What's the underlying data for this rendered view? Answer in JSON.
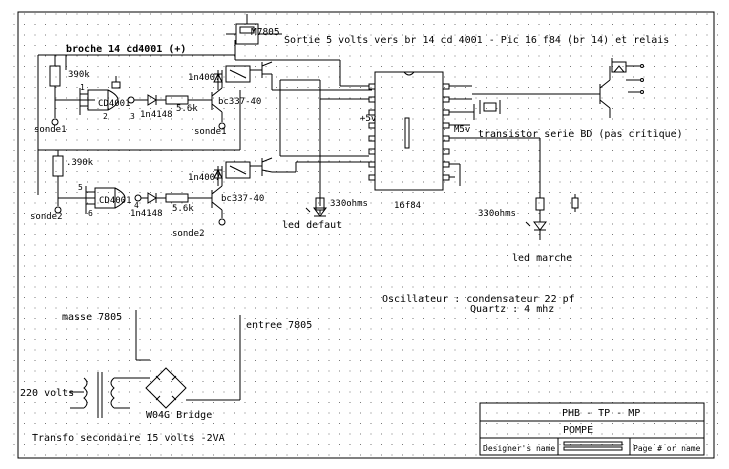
{
  "labels": {
    "regulator": "M7805",
    "output_note": "Sortie 5 volts vers br 14 cd 4001 - Pic 16 f84 (br 14) et relais",
    "pin14": "broche 14 cd4001 (+)",
    "r1": "390k",
    "r2": ".390k",
    "d1": "1n4007",
    "d2": "1n4007",
    "d3": "1n4148",
    "d4": "1n4148",
    "r3": "5.6k",
    "r4": "5.6k",
    "q1": "bc337-40",
    "q2": "bc337-40",
    "gate1": "CD4001",
    "gate2": "CD4001",
    "probe1a": "sonde1",
    "probe1b": "sonde1",
    "probe2a": "sonde2",
    "probe2b": "sonde2",
    "pin1": "1",
    "pin2": "2",
    "pin3": "3",
    "pin5": "5",
    "pin6": "6",
    "pin4": "4",
    "vcc": "+5v",
    "m5v": "M5v",
    "transistor_note": "transistor  serie BD (pas critique)",
    "r5": "330ohms",
    "r6": "330ohms",
    "led1": "led defaut",
    "led2": "led marche",
    "mcu": "16f84",
    "osc1": "Oscillateur : condensateur 22 pf",
    "osc2": "Quartz : 4 mhz",
    "gnd": "masse 7805",
    "vin": "entree 7805",
    "mains": "220 volts",
    "bridge": "W04G Bridge",
    "transfo": "Transfo secondaire 15 volts -2VA"
  },
  "title_block": {
    "title": "PHB - TP - MP",
    "subtitle": "POMPE",
    "designer_label": "Designer's name",
    "page_label": "Page # or name"
  }
}
